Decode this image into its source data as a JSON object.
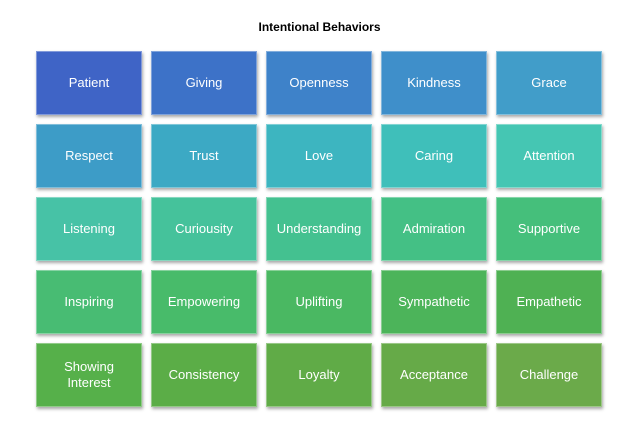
{
  "title": "Intentional Behaviors",
  "tiles": [
    {
      "label": "Patient",
      "color": "#3f64c6"
    },
    {
      "label": "Giving",
      "color": "#3d72c8"
    },
    {
      "label": "Openness",
      "color": "#3e82c9"
    },
    {
      "label": "Kindness",
      "color": "#3f8fca"
    },
    {
      "label": "Grace",
      "color": "#419dc9"
    },
    {
      "label": "Respect",
      "color": "#3d9cc7"
    },
    {
      "label": "Trust",
      "color": "#3ca9c4"
    },
    {
      "label": "Love",
      "color": "#3db5c0"
    },
    {
      "label": "Caring",
      "color": "#3fbfba"
    },
    {
      "label": "Attention",
      "color": "#45c6b3"
    },
    {
      "label": "Listening",
      "color": "#47c2a6"
    },
    {
      "label": "Curiousity",
      "color": "#45c29b"
    },
    {
      "label": "Understanding",
      "color": "#44c190"
    },
    {
      "label": "Admiration",
      "color": "#44c085"
    },
    {
      "label": "Supportive",
      "color": "#45bf7b"
    },
    {
      "label": "Inspiring",
      "color": "#48bc73"
    },
    {
      "label": "Empowering",
      "color": "#48bb6a"
    },
    {
      "label": "Uplifting",
      "color": "#4ab862"
    },
    {
      "label": "Sympathetic",
      "color": "#4cb45a"
    },
    {
      "label": "Empathetic",
      "color": "#4fb153"
    },
    {
      "label": "Showing\nInterest",
      "color": "#56b04a"
    },
    {
      "label": "Consistency",
      "color": "#5bad47"
    },
    {
      "label": "Loyalty",
      "color": "#60ab47"
    },
    {
      "label": "Acceptance",
      "color": "#66aa48"
    },
    {
      "label": "Challenge",
      "color": "#6baa4a"
    }
  ]
}
